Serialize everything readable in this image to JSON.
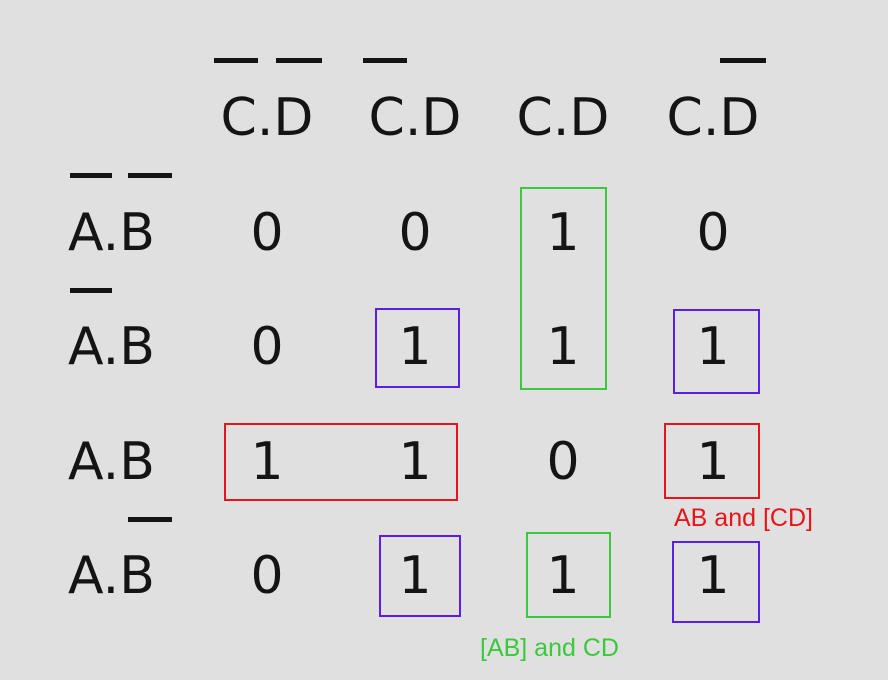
{
  "colors": {
    "ink": "#141414",
    "group_red": "#e8141c",
    "group_green": "#3cc83c",
    "group_purple": "#5a1ee6"
  },
  "column_headers": [
    "C.D",
    "C.D",
    "C.D",
    "C.D"
  ],
  "row_headers": [
    "A.B",
    "A.B",
    "A.B",
    "A.B"
  ],
  "cells": [
    [
      "0",
      "0",
      "1",
      "0"
    ],
    [
      "0",
      "1",
      "1",
      "1"
    ],
    [
      "1",
      "1",
      "0",
      "1"
    ],
    [
      "0",
      "1",
      "1",
      "1"
    ]
  ],
  "overlines": {
    "columns": [
      "C,D",
      "C",
      "none",
      "D"
    ],
    "rows": [
      "A,B",
      "A",
      "B-underline-overbar-none",
      "B"
    ]
  },
  "annotations": {
    "red": "AB and [CD]",
    "green": "[AB] and CD"
  }
}
